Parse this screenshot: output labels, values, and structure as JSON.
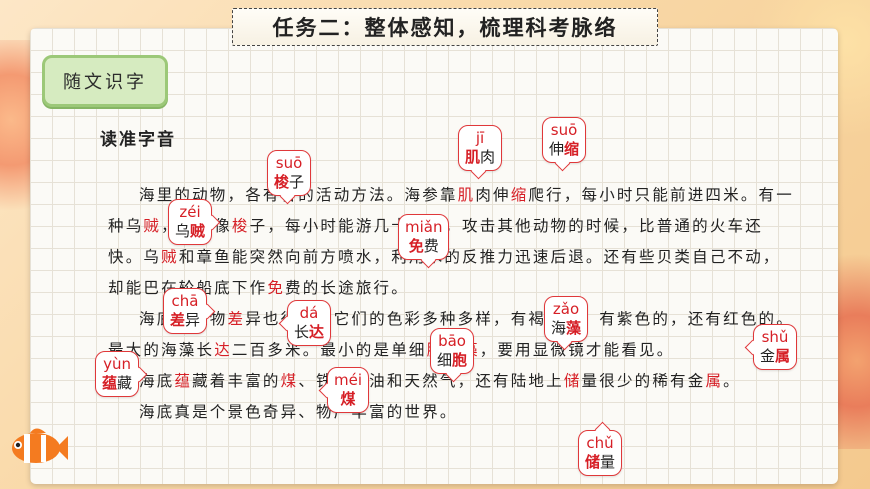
{
  "title": "任务二：整体感知，梳理科考脉络",
  "tag_label": "随文识字",
  "subheading": "读准字音",
  "paragraphs": [
    [
      {
        "t": "海里的动物，各有各的活动方法。海参靠"
      },
      {
        "t": "肌",
        "r": true
      },
      {
        "t": "肉伸"
      },
      {
        "t": "缩",
        "r": true
      },
      {
        "t": "爬行，每小时只能前进四米。有一种乌"
      },
      {
        "t": "贼",
        "r": true
      },
      {
        "t": "，身体像"
      },
      {
        "t": "梭",
        "r": true
      },
      {
        "t": "子，每小时能游几十千米，攻击其他动物的时候，比普通的火车还快。乌"
      },
      {
        "t": "贼",
        "r": true
      },
      {
        "t": "和章鱼能突然向前方喷水，利用水的反推力迅速后退。还有些贝类自己不动，却能巴在轮船底下作"
      },
      {
        "t": "免",
        "r": true
      },
      {
        "t": "费的长途旅行。"
      }
    ],
    [
      {
        "t": "海底的植物"
      },
      {
        "t": "差",
        "r": true
      },
      {
        "t": "异也很大，它们的色彩多种多样，有褐色的，有紫色的，还有红色的。最大的海藻长"
      },
      {
        "t": "达",
        "r": true
      },
      {
        "t": "二百多米。最小的是单细"
      },
      {
        "t": "胞",
        "r": true
      },
      {
        "t": "海"
      },
      {
        "t": "藻",
        "r": true
      },
      {
        "t": "，要用显微镜才能看见。"
      }
    ],
    [
      {
        "t": "海底"
      },
      {
        "t": "蕴",
        "r": true
      },
      {
        "t": "藏着丰富的"
      },
      {
        "t": "煤",
        "r": true
      },
      {
        "t": "、铁、石油和天然气，还有陆地上"
      },
      {
        "t": "储",
        "r": true
      },
      {
        "t": "量很少的稀有金"
      },
      {
        "t": "属",
        "r": true
      },
      {
        "t": "。"
      }
    ],
    [
      {
        "t": "海底真是个景色奇异、物产丰富的世界。"
      }
    ]
  ],
  "bubbles": [
    {
      "pinyin": "jī",
      "char": "肌",
      "rest": "肉",
      "after": true
    },
    {
      "pinyin": "suō",
      "char": "缩",
      "rest": "伸",
      "after": false
    },
    {
      "pinyin": "suō",
      "char": "梭",
      "rest": "子",
      "after": true
    },
    {
      "pinyin": "zéi",
      "char": "贼",
      "rest": "乌",
      "after": false
    },
    {
      "pinyin": "miǎn",
      "char": "免",
      "rest": "费",
      "after": true
    },
    {
      "pinyin": "chā",
      "char": "差",
      "rest": "异",
      "after": true
    },
    {
      "pinyin": "dá",
      "char": "达",
      "rest": "长",
      "after": false
    },
    {
      "pinyin": "zǎo",
      "char": "藻",
      "rest": "海",
      "after": false
    },
    {
      "pinyin": "bāo",
      "char": "胞",
      "rest": "细",
      "after": false
    },
    {
      "pinyin": "shǔ",
      "char": "属",
      "rest": "金",
      "after": false
    },
    {
      "pinyin": "yùn",
      "char": "蕴",
      "rest": "藏",
      "after": true
    },
    {
      "pinyin": "méi",
      "char": "煤",
      "rest": "",
      "after": true
    },
    {
      "pinyin": "chǔ",
      "char": "储",
      "rest": "量",
      "after": true
    }
  ],
  "colors": {
    "accent_red": "#d61f26",
    "tag_green": "#d6ebc0",
    "tag_border": "#9cc878"
  },
  "icons": [
    "clownfish-icon"
  ]
}
